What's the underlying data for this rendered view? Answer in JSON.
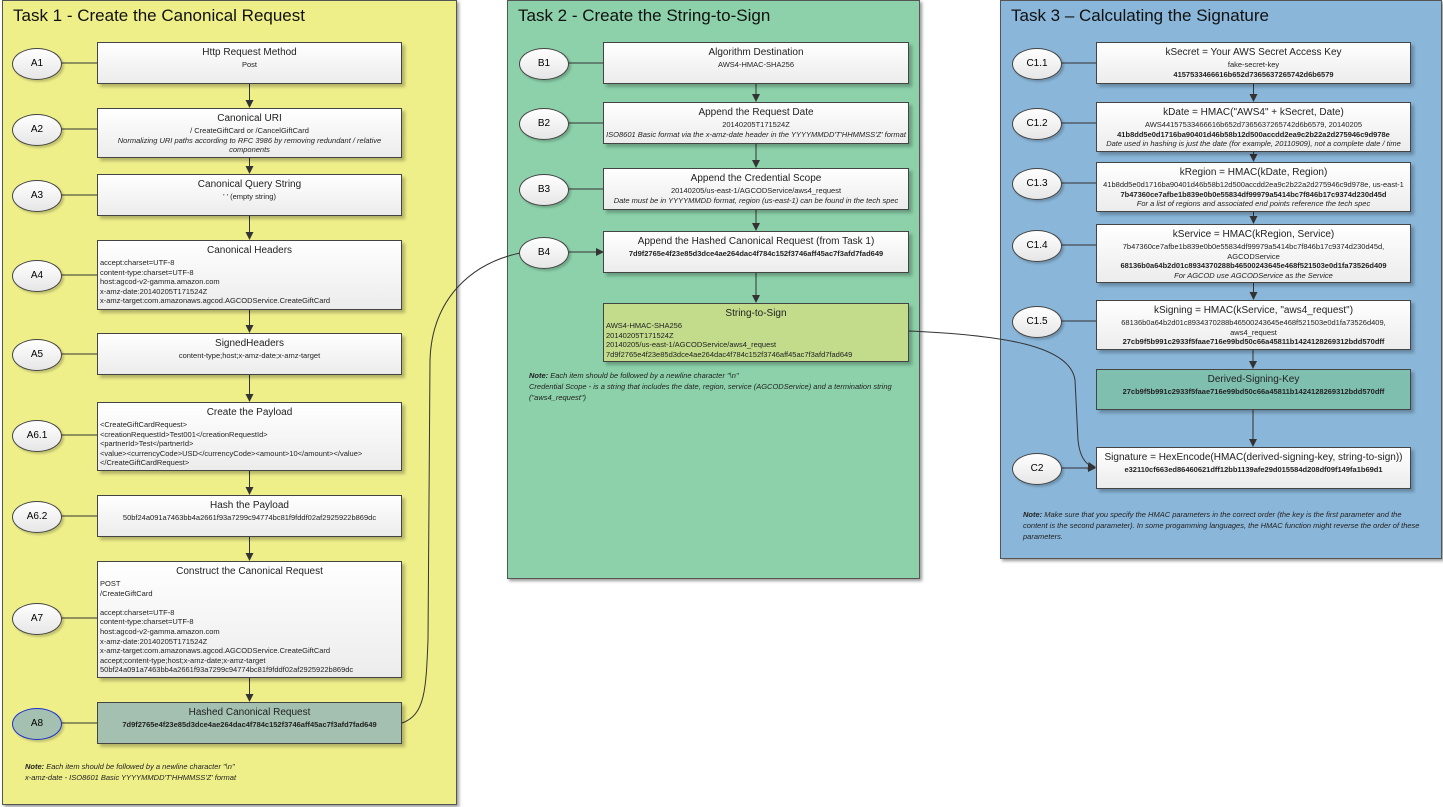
{
  "colors": {
    "task1": "#efef8a",
    "task2": "#8cd1aa",
    "task3": "#8ab6d9",
    "hashed": "#a3c0b0",
    "string_to_sign": "#c2dc8c",
    "derived": "#7fbfb0"
  },
  "task1": {
    "title": "Task 1 - Create the Canonical Request",
    "steps": [
      {
        "id": "A1",
        "title": "Http Request Method",
        "lines": [
          "Post"
        ]
      },
      {
        "id": "A2",
        "title": "Canonical URI",
        "lines": [
          "/ CreateGiftCard or /CancelGiftCard"
        ],
        "italic": "Normalizing URI paths according to RFC 3986 by removing redundant / relative components"
      },
      {
        "id": "A3",
        "title": "Canonical Query String",
        "lines": [
          "' ' (empty string)"
        ]
      },
      {
        "id": "A4",
        "title": "Canonical Headers",
        "lines": [
          "accept:charset=UTF-8",
          "content-type:charset=UTF-8",
          "host:agcod-v2-gamma.amazon.com",
          "x-amz-date:20140205T171524Z",
          "x-amz-target:com.amazonaws.agcod.AGCODService.CreateGiftCard"
        ]
      },
      {
        "id": "A5",
        "title": "SignedHeaders",
        "lines": [
          "content-type;host;x-amz-date;x-amz-target"
        ]
      },
      {
        "id": "A6.1",
        "title": "Create the Payload",
        "lines": [
          "<CreateGiftCardRequest>",
          "<creationRequestId>Test001</creationRequestId>",
          "<partnerId>Test</partnerId>",
          "<value><currencyCode>USD</currencyCode><amount>10</amount></value>",
          "</CreateGiftCardRequest>"
        ]
      },
      {
        "id": "A6.2",
        "title": "Hash the Payload",
        "lines": [
          "50bf24a091a7463bb4a2661f93a7299c94774bc81f9fddf02af2925922b869dc"
        ]
      },
      {
        "id": "A7",
        "title": "Construct the Canonical Request",
        "lines": [
          "POST",
          "/CreateGiftCard",
          "",
          "accept:charset=UTF-8",
          "content-type:charset=UTF-8",
          "host:agcod-v2-gamma.amazon.com",
          "x-amz-date:20140205T171524Z",
          "x-amz-target:com.amazonaws.agcod.AGCODService.CreateGiftCard",
          "accept;content-type;host;x-amz-date;x-amz-target",
          "50bf24a091a7463bb4a2661f93a7299c94774bc81f9fddf02af2925922b869dc"
        ]
      },
      {
        "id": "A8",
        "title": "Hashed Canonical Request",
        "bold": "7d9f2765e4f23e85d3dce4ae264dac4f784c152f3746aff45ac7f3afd7fad649"
      }
    ],
    "note_label": "Note:",
    "note": " Each item should be followed by a newline character \"\\n\"",
    "note2": "x-amz-date - ISO8601 Basic YYYYMMDD'T'HHMMSS'Z' format"
  },
  "task2": {
    "title": "Task 2 - Create the String-to-Sign",
    "steps": [
      {
        "id": "B1",
        "title": "Algorithm Destination",
        "lines": [
          "AWS4-HMAC-SHA256"
        ]
      },
      {
        "id": "B2",
        "title": "Append the Request Date",
        "lines": [
          "20140205T171524Z"
        ],
        "italic": "ISO8601 Basic format via the x-amz-date header in the YYYYMMDD'T'HHMMSS'Z' format"
      },
      {
        "id": "B3",
        "title": "Append the Credential Scope",
        "lines": [
          "20140205/us-east-1/AGCODService/aws4_request"
        ],
        "italic": "Date must be in YYYYMMDD  format, region (us-east-1) can be found in the tech spec"
      },
      {
        "id": "B4",
        "title": "Append the Hashed Canonical Request (from Task 1)",
        "bold": "7d9f2765e4f23e85d3dce4ae264dac4f784c152f3746aff45ac7f3afd7fad649"
      }
    ],
    "result": {
      "title": "String-to-Sign",
      "lines": [
        "AWS4-HMAC-SHA256",
        "20140205T171524Z",
        "20140205/us-east-1/AGCODService/aws4_request",
        "7d9f2765e4f23e85d3dce4ae264dac4f784c152f3746aff45ac7f3afd7fad649"
      ]
    },
    "note_label": "Note:",
    "note": " Each item should be followed by a newline character \"\\n\"",
    "note2": "Credential Scope -  is a string that includes the date, region, service (AGCODService) and a termination string (\"aws4_request\")"
  },
  "task3": {
    "title": "Task 3 – Calculating the Signature",
    "steps": [
      {
        "id": "C1.1",
        "title": "kSecret = Your AWS Secret Access Key",
        "lines": [
          "fake-secret-key"
        ],
        "bold": "4157533466616b652d7365637265742d6b6579"
      },
      {
        "id": "C1.2",
        "title": "kDate = HMAC(\"AWS4\" + kSecret, Date)",
        "lines": [
          "AWS44157533466616b652d7365637265742d6b6579, 20140205"
        ],
        "bold": "41b8dd5e0d1716ba90401d46b58b12d500accdd2ea9c2b22a2d275946c9d978e",
        "italic": "Date used in hashing is just the date (for example, 20110909), not a complete date / time"
      },
      {
        "id": "C1.3",
        "title": "kRegion = HMAC(kDate, Region)",
        "lines": [
          "41b8dd5e0d1716ba90401d46b58b12d500accdd2ea9c2b22a2d275946c9d978e, us-east-1"
        ],
        "bold": "7b47360ce7afbe1b839e0b0e55834df99979a5414bc7f846b17c9374d230d45d",
        "italic": "For a list of regions and associated end points reference the tech spec"
      },
      {
        "id": "C1.4",
        "title": "kService = HMAC(kRegion, Service)",
        "lines": [
          "7b47360ce7afbe1b839e0b0e55834df99979a5414bc7f846b17c9374d230d45d, AGCODService"
        ],
        "bold": "68136b0a64b2d01c8934370288b46500243645e468f521503e0d1fa73526d409",
        "italic": "For AGCOD use AGCODService as the Service"
      },
      {
        "id": "C1.5",
        "title": "kSigning = HMAC(kService, \"aws4_request\")",
        "lines": [
          "68136b0a64b2d01c8934370288b46500243645e468f521503e0d1fa73526d409, aws4_request"
        ],
        "bold": "27cb9f5b991c2933f5faae716e99bd50c66a45811b1424128269312bdd570dff"
      }
    ],
    "derived": {
      "title": "Derived-Signing-Key",
      "bold": "27cb9f5b991c2933f5faae716e99bd50c66a45811b1424128269312bdd570dff"
    },
    "signature": {
      "id": "C2",
      "title": "Signature = HexEncode(HMAC(derived-signing-key, string-to-sign))",
      "bold": "e32110cf663ed86460621dff12bb1139afe29d015584d208df09f149fa1b69d1"
    },
    "note_label": "Note:",
    "note": " Make sure that you specify the HMAC parameters in the correct order (the key is the first parameter and the content is the second parameter). In some progamming languages, the HMAC function might reverse the order of these parameters."
  }
}
